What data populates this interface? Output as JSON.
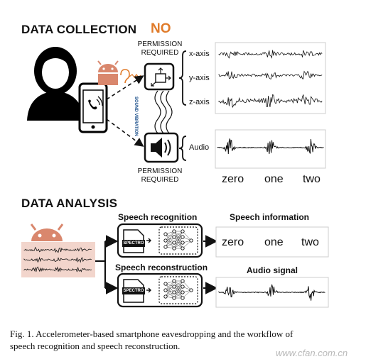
{
  "collection": {
    "title": "DATA COLLECTION",
    "no_label": "NO",
    "permission_top": [
      "PERMISSION",
      "REQUIRED"
    ],
    "permission_bottom": [
      "PERMISSION",
      "REQUIRED"
    ],
    "axes": [
      "x-axis",
      "y-axis",
      "z-axis"
    ],
    "audio_label": "Audio",
    "sound_vibration": "SOUND VIBRATION",
    "words": [
      "zero",
      "one",
      "two"
    ]
  },
  "analysis": {
    "title": "DATA ANALYSIS",
    "speech_recognition": "Speech recognition",
    "speech_reconstruction": "Speech reconstruction",
    "speech_information": "Speech information",
    "audio_signal": "Audio signal",
    "spectro_label": "SPECTRO",
    "words": [
      "zero",
      "one",
      "two"
    ]
  },
  "caption": {
    "line1": "Fig. 1.   Accelerometer-based smartphone eavesdropping and the workflow of",
    "line2": "speech recognition and speech reconstruction."
  },
  "watermark": "www.cfan.com.cn",
  "colors": {
    "accent": "#e07b2a",
    "robot": "#d9876d",
    "ink": "#111111"
  }
}
